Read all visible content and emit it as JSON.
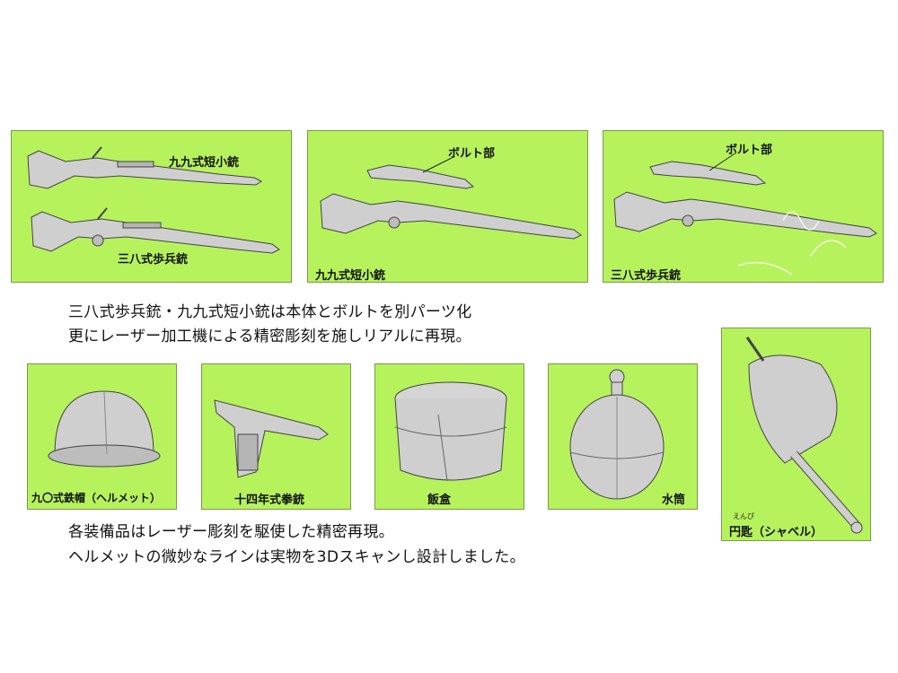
{
  "rifles_panel": {
    "label_type99": "九九式短小銃",
    "label_type38": "三八式歩兵銃"
  },
  "type99_panel": {
    "callout": "ボルト部",
    "label": "九九式短小銃"
  },
  "type38_panel": {
    "callout": "ボルト部",
    "label": "三八式歩兵銃"
  },
  "caption_top": {
    "line1": "三八式歩兵銃・九九式短小銃は本体とボルトを別パーツ化",
    "line2": "更にレーザー加工機による精密彫刻を施しリアルに再現。"
  },
  "equipment": {
    "helmet": "九〇式鉄帽（ヘルメット）",
    "pistol": "十四年式拳銃",
    "mess_kit": "飯盒",
    "canteen": "水筒",
    "shovel": "円匙（シャベル）",
    "shovel_ruby": "えんぴ"
  },
  "caption_bottom": {
    "line1": "各装備品はレーザー彫刻を駆使した精密再現。",
    "line2": "ヘルメットの微妙なラインは実物を3Dスキャンし設計しました。"
  },
  "colors": {
    "panel_bg": "#b6f25c",
    "part_gray": "#c9c9c9"
  }
}
